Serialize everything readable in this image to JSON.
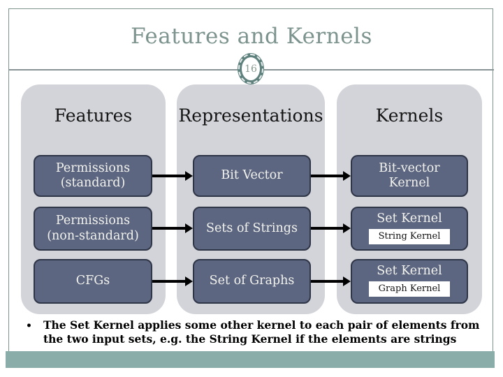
{
  "slide": {
    "title": "Features and Kernels",
    "slide_number": "16",
    "bullet_marker": "•",
    "bullet_text": "The Set Kernel applies some other kernel to each pair of elements from the two input sets, e.g. the String Kernel if the elements are strings",
    "columns": [
      {
        "header": "Features",
        "boxes": [
          {
            "label": "Permissions (standard)"
          },
          {
            "label": "Permissions (non-standard)"
          },
          {
            "label": "CFGs"
          }
        ]
      },
      {
        "header": "Representations",
        "boxes": [
          {
            "label": "Bit Vector"
          },
          {
            "label": "Sets of Strings"
          },
          {
            "label": "Set of Graphs"
          }
        ]
      },
      {
        "header": "Kernels",
        "boxes": [
          {
            "label": "Bit-vector Kernel"
          },
          {
            "label": "Set Kernel",
            "sublabel": "String Kernel"
          },
          {
            "label": "Set Kernel",
            "sublabel": "Graph Kernel"
          }
        ]
      }
    ],
    "colors": {
      "accent_teal": "#7c938e",
      "footer_band": "#8badaa",
      "node_fill": "#5c6680",
      "node_border": "#2e3547",
      "column_fill": "#d3d4d9"
    }
  }
}
